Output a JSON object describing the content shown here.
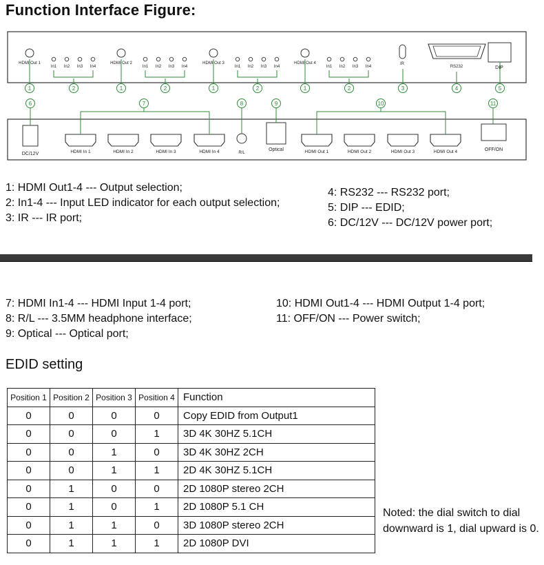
{
  "title": "Function Interface Figure:",
  "front_panel": {
    "groups": [
      {
        "out_label": "HDMI Out 1",
        "inputs": [
          "In1",
          "In2",
          "In3",
          "In4"
        ]
      },
      {
        "out_label": "HDMI Out 2",
        "inputs": [
          "In1",
          "In2",
          "In3",
          "In4"
        ]
      },
      {
        "out_label": "HDMI Out 3",
        "inputs": [
          "In1",
          "In2",
          "In3",
          "In4"
        ]
      },
      {
        "out_label": "HDMI Out 4",
        "inputs": [
          "In1",
          "In2",
          "In3",
          "In4"
        ]
      }
    ],
    "ir_label": "IR",
    "rs232_label": "RS232",
    "dip_label": "DIP",
    "callouts": [
      "1",
      "2",
      "1",
      "2",
      "1",
      "2",
      "1",
      "2",
      "3",
      "4",
      "5"
    ]
  },
  "rear_panel": {
    "dc_label": "DC/12V",
    "hdmi_in": [
      "HDMI In 1",
      "HDMI In 2",
      "HDMI In 3",
      "HDMI In 4"
    ],
    "rl_label": "R/L",
    "optical_label": "Optical",
    "hdmi_out": [
      "HDMI Out 1",
      "HDMI Out 2",
      "HDMI Out 3",
      "HDMI Out 4"
    ],
    "power_label": "OFF/ON",
    "callouts": [
      "6",
      "7",
      "8",
      "9",
      "10",
      "11"
    ]
  },
  "descriptions_left": [
    "1: HDMI Out1-4 --- Output selection;",
    "2: In1-4 --- Input LED indicator for each output selection;",
    "3: IR --- IR port;"
  ],
  "descriptions_right": [
    "4: RS232 --- RS232 port;",
    "5: DIP --- EDID;",
    "6: DC/12V --- DC/12V power port;"
  ],
  "descriptions2_left": [
    "7: HDMI In1-4 --- HDMI Input 1-4 port;",
    "8: R/L --- 3.5MM headphone interface;",
    "9: Optical --- Optical port;"
  ],
  "descriptions2_right": [
    "10: HDMI Out1-4 --- HDMI Output 1-4 port;",
    "11: OFF/ON --- Power switch;"
  ],
  "edid": {
    "section_title": "EDID setting",
    "headers": [
      "Position 1",
      "Position 2",
      "Position 3",
      "Position 4",
      "Function"
    ],
    "rows": [
      [
        "0",
        "0",
        "0",
        "0",
        "Copy EDID from Output1"
      ],
      [
        "0",
        "0",
        "0",
        "1",
        "3D 4K 30HZ 5.1CH"
      ],
      [
        "0",
        "0",
        "1",
        "0",
        "3D 4K 30HZ 2CH"
      ],
      [
        "0",
        "0",
        "1",
        "1",
        "2D 4K 30HZ 5.1CH"
      ],
      [
        "0",
        "1",
        "0",
        "0",
        "2D 1080P stereo 2CH"
      ],
      [
        "0",
        "1",
        "0",
        "1",
        "2D 1080P 5.1 CH"
      ],
      [
        "0",
        "1",
        "1",
        "0",
        "3D 1080P stereo 2CH"
      ],
      [
        "0",
        "1",
        "1",
        "1",
        "2D 1080P DVI"
      ]
    ],
    "note": "Noted: the dial switch to dial downward is 1, dial upward is 0."
  },
  "colors": {
    "callout_green": "#2e8b3a",
    "divider_bar": "#3a3a3a"
  }
}
